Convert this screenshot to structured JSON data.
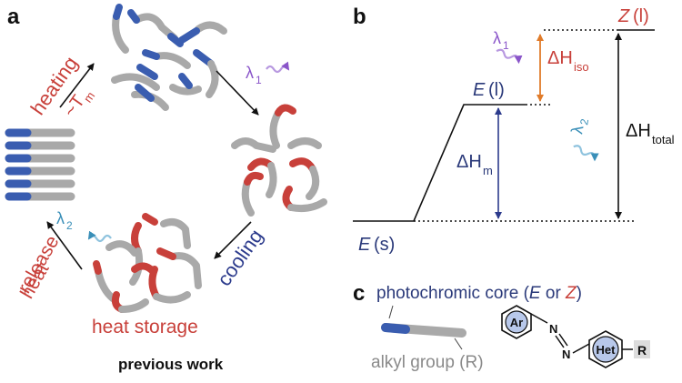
{
  "colors": {
    "red": "#c8403a",
    "blue": "#2b3a8c",
    "orange": "#e07b2a",
    "purple": "#8a55c9",
    "teal": "#3a8fb8",
    "gray_text": "#8a8a8a",
    "chain_gray": "#a9a9a9",
    "dark_blue_text": "#2b3a7a"
  },
  "panel_a": {
    "label": "a",
    "heating": "heating",
    "tm": "~T",
    "tm_sub": "m",
    "lambda1": "λ",
    "lambda1_sub": "1",
    "cooling": "cooling",
    "heat_storage": "heat storage",
    "lambda2": "λ",
    "lambda2_sub": "2",
    "heat_release_line1": "heat",
    "heat_release_line2": "release",
    "footer": "previous work"
  },
  "panel_b": {
    "label": "b",
    "lambda1": "λ",
    "lambda1_sub": "1",
    "lambda2": "λ",
    "lambda2_sub": "2",
    "dh_iso": "ΔH",
    "dh_iso_sub": "iso",
    "dh_m": "ΔH",
    "dh_m_sub": "m",
    "dh_total": "ΔH",
    "dh_total_sub": "total",
    "state_z": "Z",
    "state_z_phase": "(l)",
    "state_e_l": "E",
    "state_e_l_phase": "(l)",
    "state_e_s": "E",
    "state_e_s_phase": "(s)"
  },
  "panel_c": {
    "label": "c",
    "core_text": "photochromic core (",
    "core_e": "E",
    "core_or": " or ",
    "core_z": "Z",
    "core_close": ")",
    "alkyl": "alkyl group (R)",
    "ar": "Ar",
    "het": "Het",
    "n1": "N",
    "n2": "N",
    "r": "R"
  }
}
